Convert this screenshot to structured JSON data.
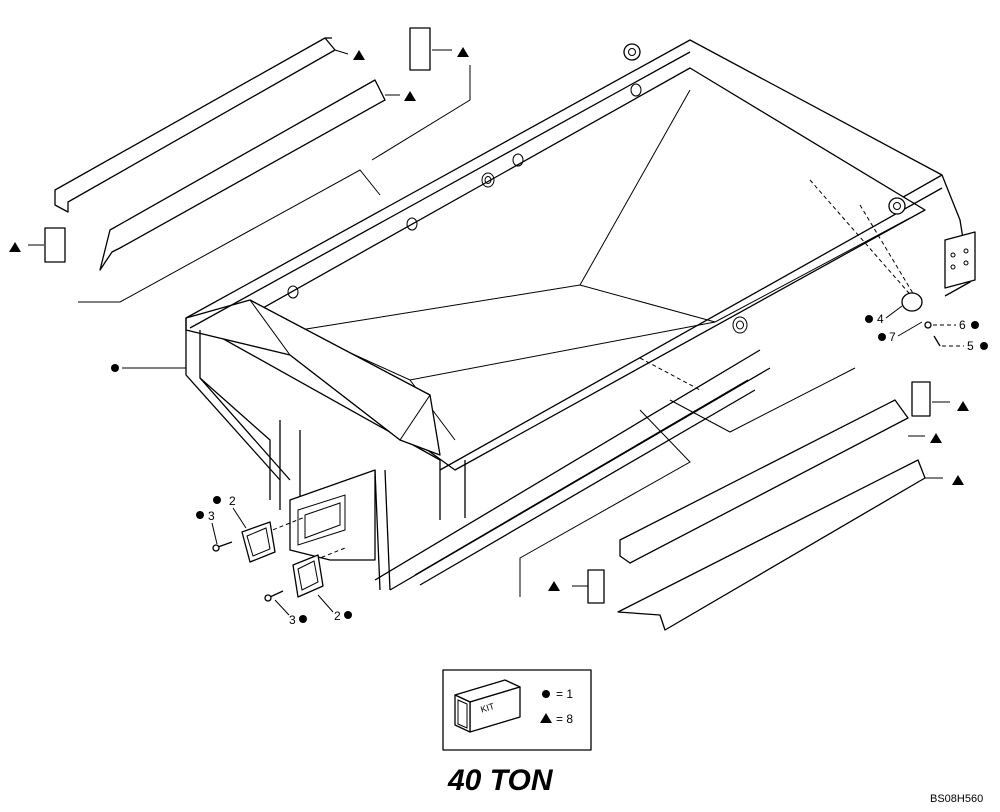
{
  "callouts": {
    "c2a": "2",
    "c3a": "3",
    "c2b": "2",
    "c3b": "3",
    "c4": "4",
    "c5": "5",
    "c6": "6",
    "c7": "7"
  },
  "legend": {
    "kit_text": "KIT",
    "circle_text": "= 1",
    "triangle_text": "= 8",
    "circle_icon": "circle-bullet-icon",
    "triangle_icon": "triangle-bullet-icon"
  },
  "title": "40 TON",
  "drawing_code": "BS08H560"
}
